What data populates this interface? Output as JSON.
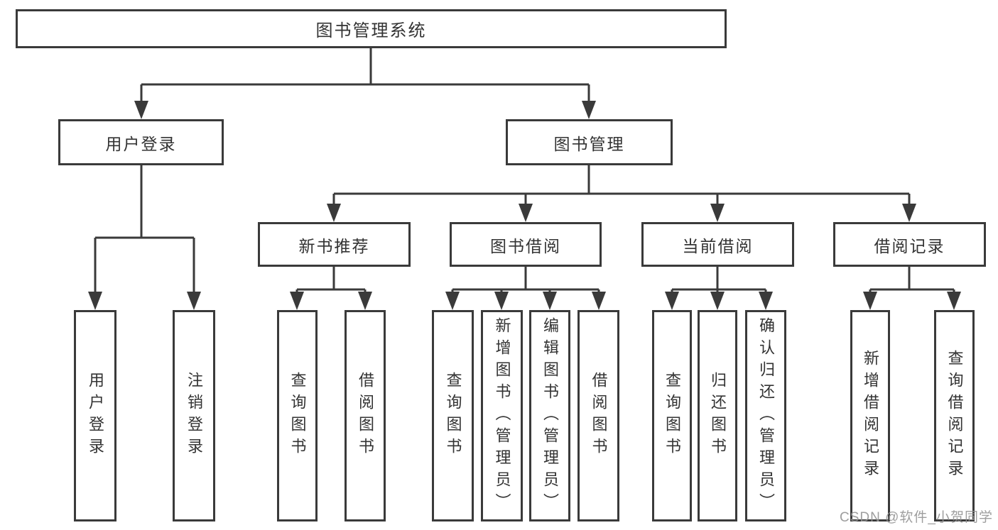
{
  "colors": {
    "line": "#3a3a3a",
    "text": "#333333",
    "background": "#ffffff",
    "watermark": "#949494"
  },
  "watermark": "CSDN @软件_小贺同学",
  "tree": {
    "label": "图书管理系统",
    "children": [
      {
        "label": "用户登录",
        "children": [
          {
            "label": "用户登录"
          },
          {
            "label": "注销登录"
          }
        ]
      },
      {
        "label": "图书管理",
        "children": [
          {
            "label": "新书推荐",
            "children": [
              {
                "label": "查询图书"
              },
              {
                "label": "借阅图书"
              }
            ]
          },
          {
            "label": "图书借阅",
            "children": [
              {
                "label": "查询图书"
              },
              {
                "label": "新增图书（管理员）"
              },
              {
                "label": "编辑图书（管理员）"
              },
              {
                "label": "借阅图书"
              }
            ]
          },
          {
            "label": "当前借阅",
            "children": [
              {
                "label": "查询图书"
              },
              {
                "label": "归还图书"
              },
              {
                "label": "确认归还（管理员）"
              }
            ]
          },
          {
            "label": "借阅记录",
            "children": [
              {
                "label": "新增借阅记录"
              },
              {
                "label": "查询借阅记录"
              }
            ]
          }
        ]
      }
    ]
  }
}
